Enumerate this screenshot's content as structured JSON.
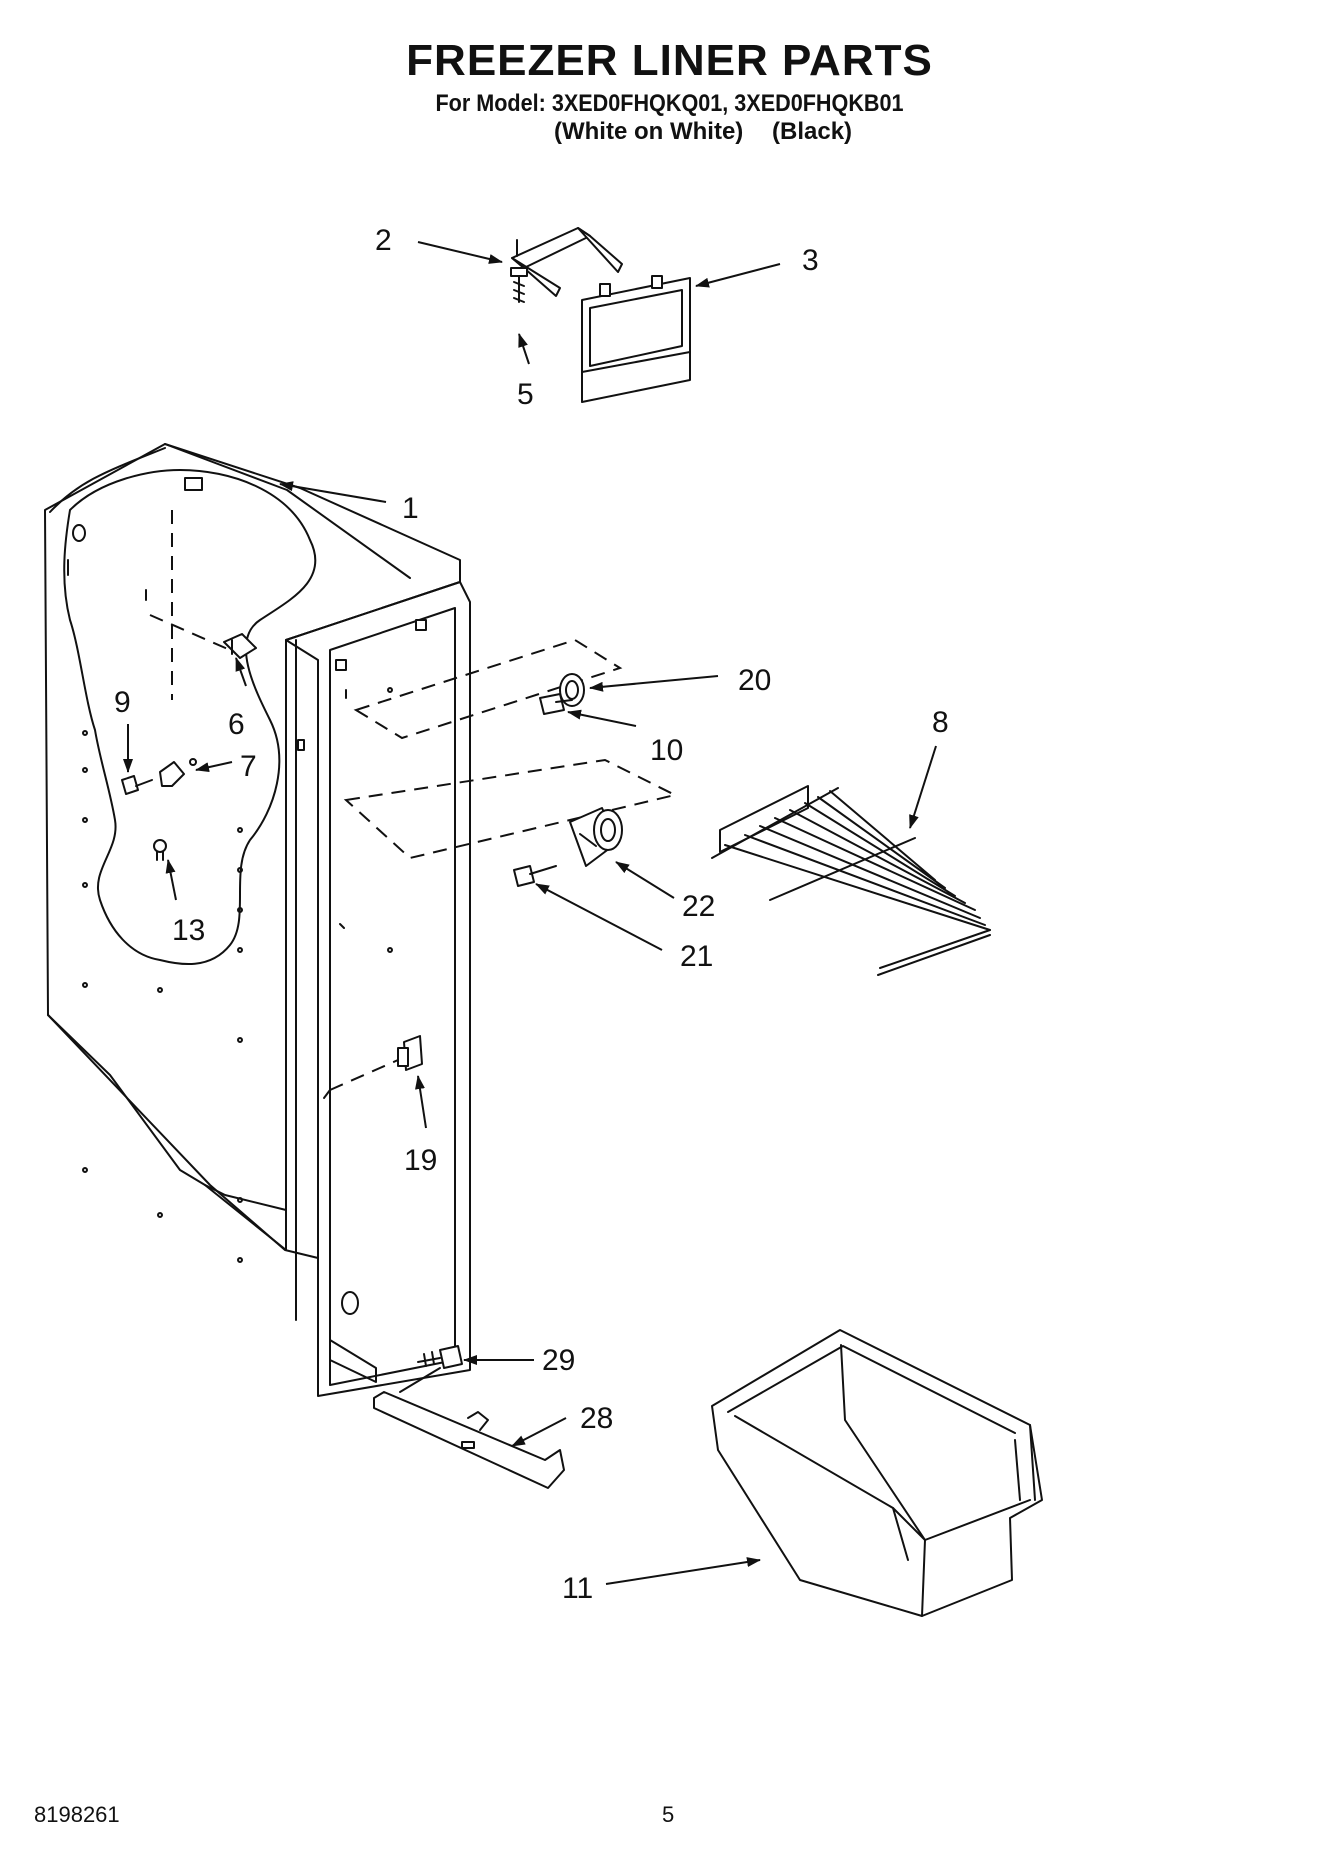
{
  "header": {
    "title": "FREEZER LINER PARTS",
    "model_line": "For Model: 3XED0FHQKQ01, 3XED0FHQKB01",
    "variant_1": "(White on White)",
    "variant_2": "(Black)"
  },
  "footer": {
    "doc_number": "8198261",
    "page_number": "5"
  },
  "callouts": {
    "c1": "1",
    "c2": "2",
    "c3": "3",
    "c5": "5",
    "c6": "6",
    "c7": "7",
    "c8": "8",
    "c9": "9",
    "c10": "10",
    "c11": "11",
    "c13": "13",
    "c19": "19",
    "c20": "20",
    "c21": "21",
    "c22": "22",
    "c28": "28",
    "c29": "29"
  }
}
